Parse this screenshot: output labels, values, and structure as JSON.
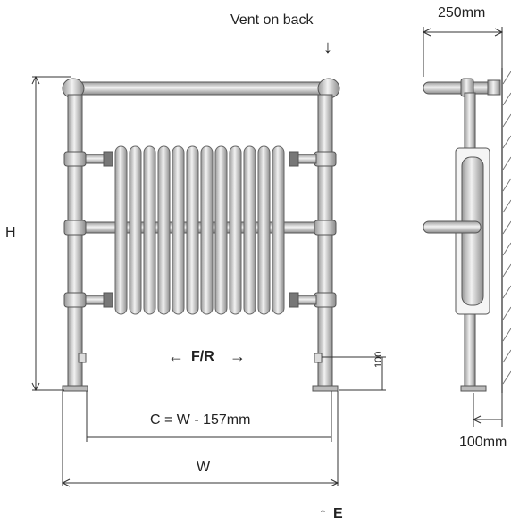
{
  "labels": {
    "vent": "Vent on back",
    "depth": "250mm",
    "height": "H",
    "flow_return": "F/R",
    "centres": "C = W - 157mm",
    "width": "W",
    "entry": "E",
    "wall_gap": "100mm",
    "valve_height": "100"
  },
  "icons": {
    "vent_arrow": "arrow-down-icon",
    "left_arrow": "arrow-left-icon",
    "right_arrow": "arrow-right-icon",
    "entry_arrow": "arrow-up-icon"
  },
  "colors": {
    "line": "#555555",
    "dim": "#333333",
    "metal_dark": "#8a8a8a",
    "metal_light": "#e6e6e6"
  },
  "radiator": {
    "column_count": 12,
    "bar_count": 3
  }
}
